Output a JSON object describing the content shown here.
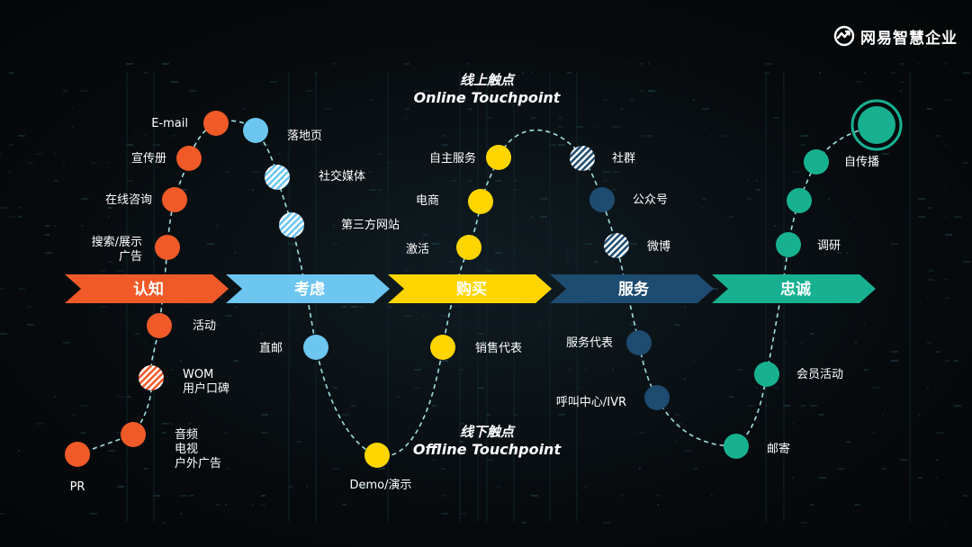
{
  "brand": {
    "name": "网易智慧企业",
    "icon": "netease-logo-icon"
  },
  "zones": {
    "online": {
      "zh": "线上触点",
      "en": "Online Touchpoint"
    },
    "offline": {
      "zh": "线下触点",
      "en": "Offline Touchpoint"
    }
  },
  "stages": [
    {
      "id": "awareness",
      "label": "认知",
      "color": "#f05a28"
    },
    {
      "id": "consideration",
      "label": "考虑",
      "color": "#6cc6f0"
    },
    {
      "id": "purchase",
      "label": "购买",
      "color": "#ffd500"
    },
    {
      "id": "service",
      "label": "服务",
      "color": "#1e4b70"
    },
    {
      "id": "loyalty",
      "label": "忠诚",
      "color": "#17b191"
    }
  ],
  "touchpoints": [
    {
      "id": "pr",
      "label": [
        "PR"
      ],
      "stage": "awareness",
      "channel": "offline",
      "style": "solid"
    },
    {
      "id": "media",
      "label": [
        "音频",
        "电视",
        "户外广告"
      ],
      "stage": "awareness",
      "channel": "offline",
      "style": "solid"
    },
    {
      "id": "wom",
      "label": [
        "WOM",
        "用户口碑"
      ],
      "stage": "awareness",
      "channel": "offline",
      "style": "striped"
    },
    {
      "id": "activity",
      "label": [
        "活动"
      ],
      "stage": "awareness",
      "channel": "offline",
      "style": "solid"
    },
    {
      "id": "search-ads",
      "label": [
        "搜索/展示",
        "广告"
      ],
      "stage": "awareness",
      "channel": "online",
      "style": "solid"
    },
    {
      "id": "online-consult",
      "label": [
        "在线咨询"
      ],
      "stage": "awareness",
      "channel": "online",
      "style": "solid"
    },
    {
      "id": "brochure",
      "label": [
        "宣传册"
      ],
      "stage": "awareness",
      "channel": "online",
      "style": "solid"
    },
    {
      "id": "email",
      "label": [
        "E-mail"
      ],
      "stage": "awareness",
      "channel": "online",
      "style": "solid"
    },
    {
      "id": "landing-page",
      "label": [
        "落地页"
      ],
      "stage": "consideration",
      "channel": "online",
      "style": "solid"
    },
    {
      "id": "social-media",
      "label": [
        "社交媒体"
      ],
      "stage": "consideration",
      "channel": "online",
      "style": "striped"
    },
    {
      "id": "third-party",
      "label": [
        "第三方网站"
      ],
      "stage": "consideration",
      "channel": "online",
      "style": "striped"
    },
    {
      "id": "direct-mail",
      "label": [
        "直邮"
      ],
      "stage": "consideration",
      "channel": "offline",
      "style": "solid"
    },
    {
      "id": "demo",
      "label": [
        "Demo/演示"
      ],
      "stage": "purchase",
      "channel": "offline",
      "style": "solid"
    },
    {
      "id": "sales-rep",
      "label": [
        "销售代表"
      ],
      "stage": "purchase",
      "channel": "offline",
      "style": "solid"
    },
    {
      "id": "activation",
      "label": [
        "激活"
      ],
      "stage": "purchase",
      "channel": "online",
      "style": "solid"
    },
    {
      "id": "ecommerce",
      "label": [
        "电商"
      ],
      "stage": "purchase",
      "channel": "online",
      "style": "solid"
    },
    {
      "id": "self-service",
      "label": [
        "自主服务"
      ],
      "stage": "purchase",
      "channel": "online",
      "style": "solid"
    },
    {
      "id": "community",
      "label": [
        "社群"
      ],
      "stage": "service",
      "channel": "online",
      "style": "striped"
    },
    {
      "id": "official-account",
      "label": [
        "公众号"
      ],
      "stage": "service",
      "channel": "online",
      "style": "solid"
    },
    {
      "id": "weibo",
      "label": [
        "微博"
      ],
      "stage": "service",
      "channel": "online",
      "style": "striped"
    },
    {
      "id": "service-rep",
      "label": [
        "服务代表"
      ],
      "stage": "service",
      "channel": "offline",
      "style": "solid"
    },
    {
      "id": "call-center",
      "label": [
        "呼叫中心/IVR"
      ],
      "stage": "service",
      "channel": "offline",
      "style": "solid"
    },
    {
      "id": "mail",
      "label": [
        "邮寄"
      ],
      "stage": "loyalty",
      "channel": "offline",
      "style": "solid"
    },
    {
      "id": "member-activity",
      "label": [
        "会员活动"
      ],
      "stage": "loyalty",
      "channel": "offline",
      "style": "solid"
    },
    {
      "id": "survey",
      "label": [
        "调研"
      ],
      "stage": "loyalty",
      "channel": "online",
      "style": "solid"
    },
    {
      "id": "self-spread",
      "label": [
        "自传播"
      ],
      "stage": "loyalty",
      "channel": "online",
      "style": "solid"
    },
    {
      "id": "endpoint",
      "label": [],
      "stage": "loyalty",
      "channel": "online",
      "style": "ring"
    }
  ]
}
